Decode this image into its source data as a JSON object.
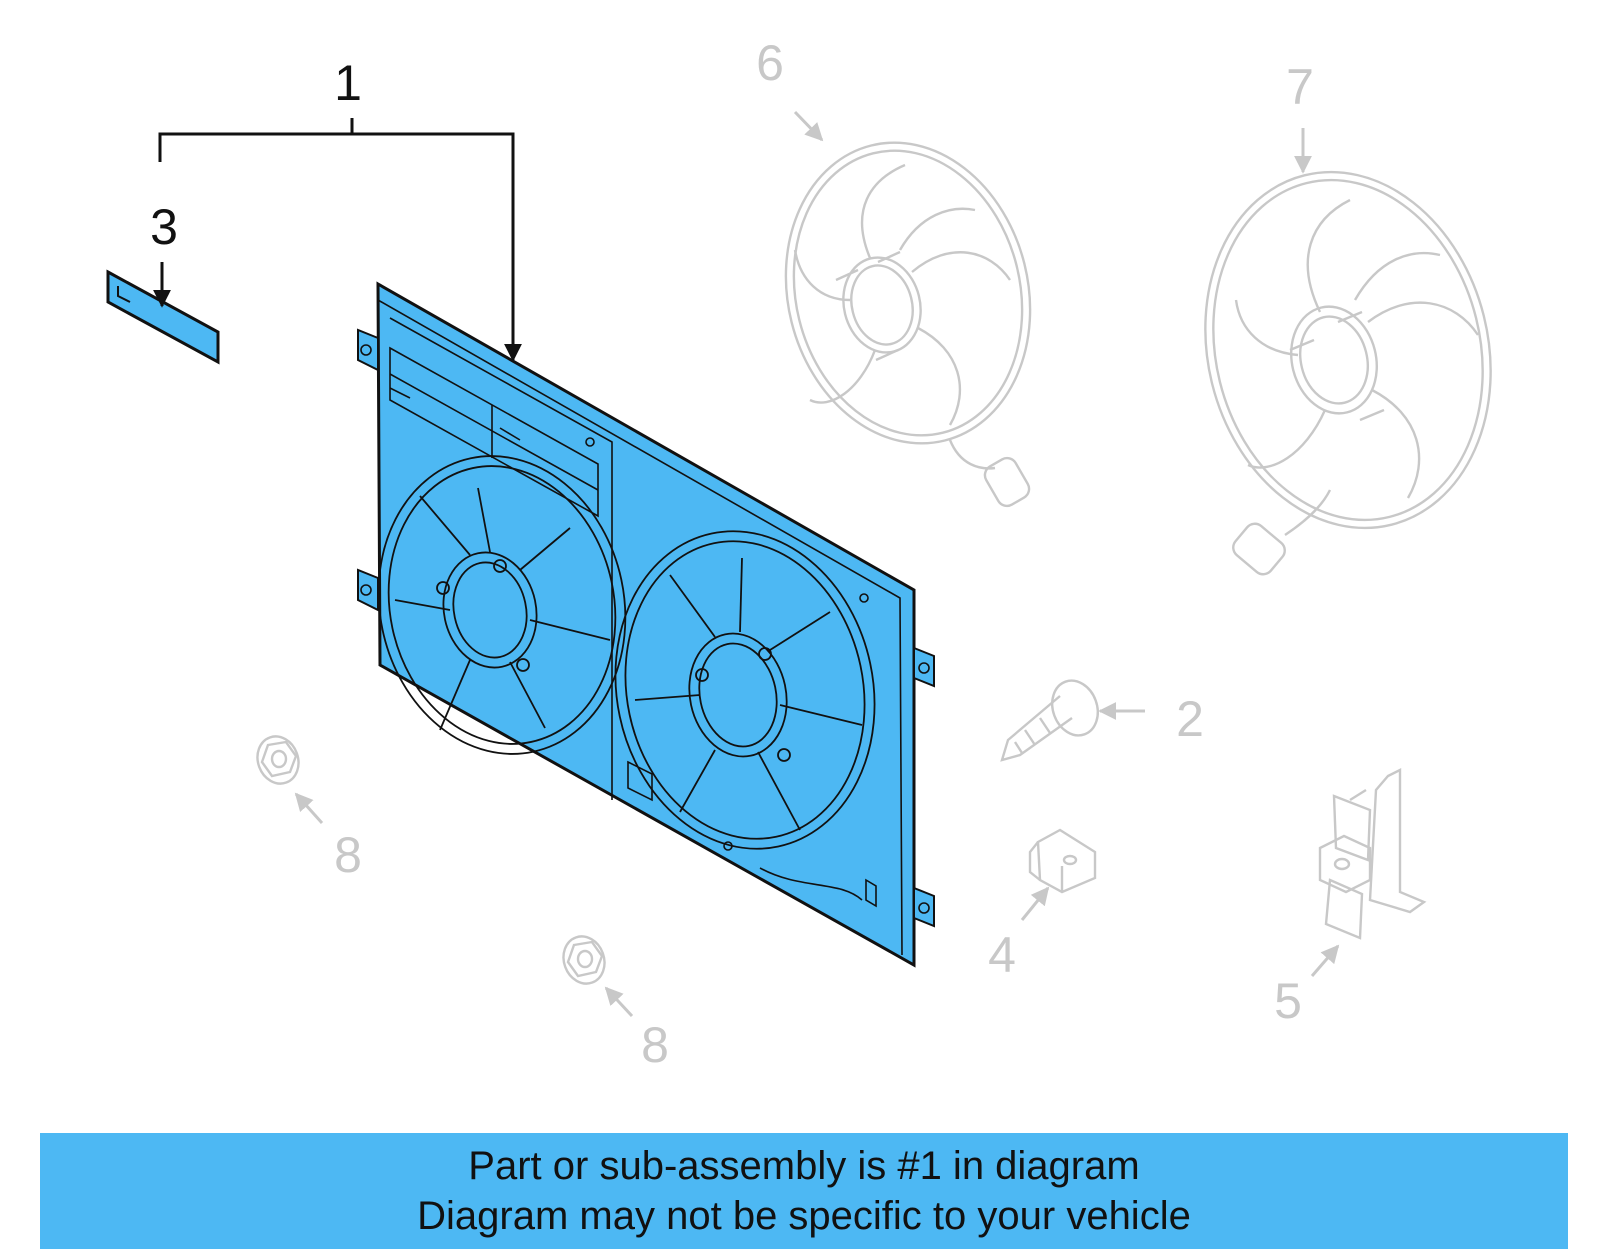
{
  "colors": {
    "highlight": "#4db8f3",
    "active_line": "#111111",
    "muted_line": "#c8c8c8",
    "banner": "#4db8f3"
  },
  "callouts": {
    "c1": "1",
    "c2": "2",
    "c3": "3",
    "c4": "4",
    "c5": "5",
    "c6": "6",
    "c7": "7",
    "c8a": "8",
    "c8b": "8"
  },
  "parts": [
    {
      "number": "1",
      "name": "fan-shroud-assembly",
      "highlighted": true
    },
    {
      "number": "2",
      "name": "screw",
      "highlighted": false
    },
    {
      "number": "3",
      "name": "label",
      "highlighted": true
    },
    {
      "number": "4",
      "name": "clip",
      "highlighted": false
    },
    {
      "number": "5",
      "name": "bracket",
      "highlighted": false
    },
    {
      "number": "6",
      "name": "fan",
      "highlighted": false
    },
    {
      "number": "7",
      "name": "fan",
      "highlighted": false
    },
    {
      "number": "8",
      "name": "nut",
      "highlighted": false
    }
  ],
  "banner": {
    "line1": "Part or sub-assembly is #1 in diagram",
    "line2": "Diagram may not be specific to your vehicle"
  }
}
